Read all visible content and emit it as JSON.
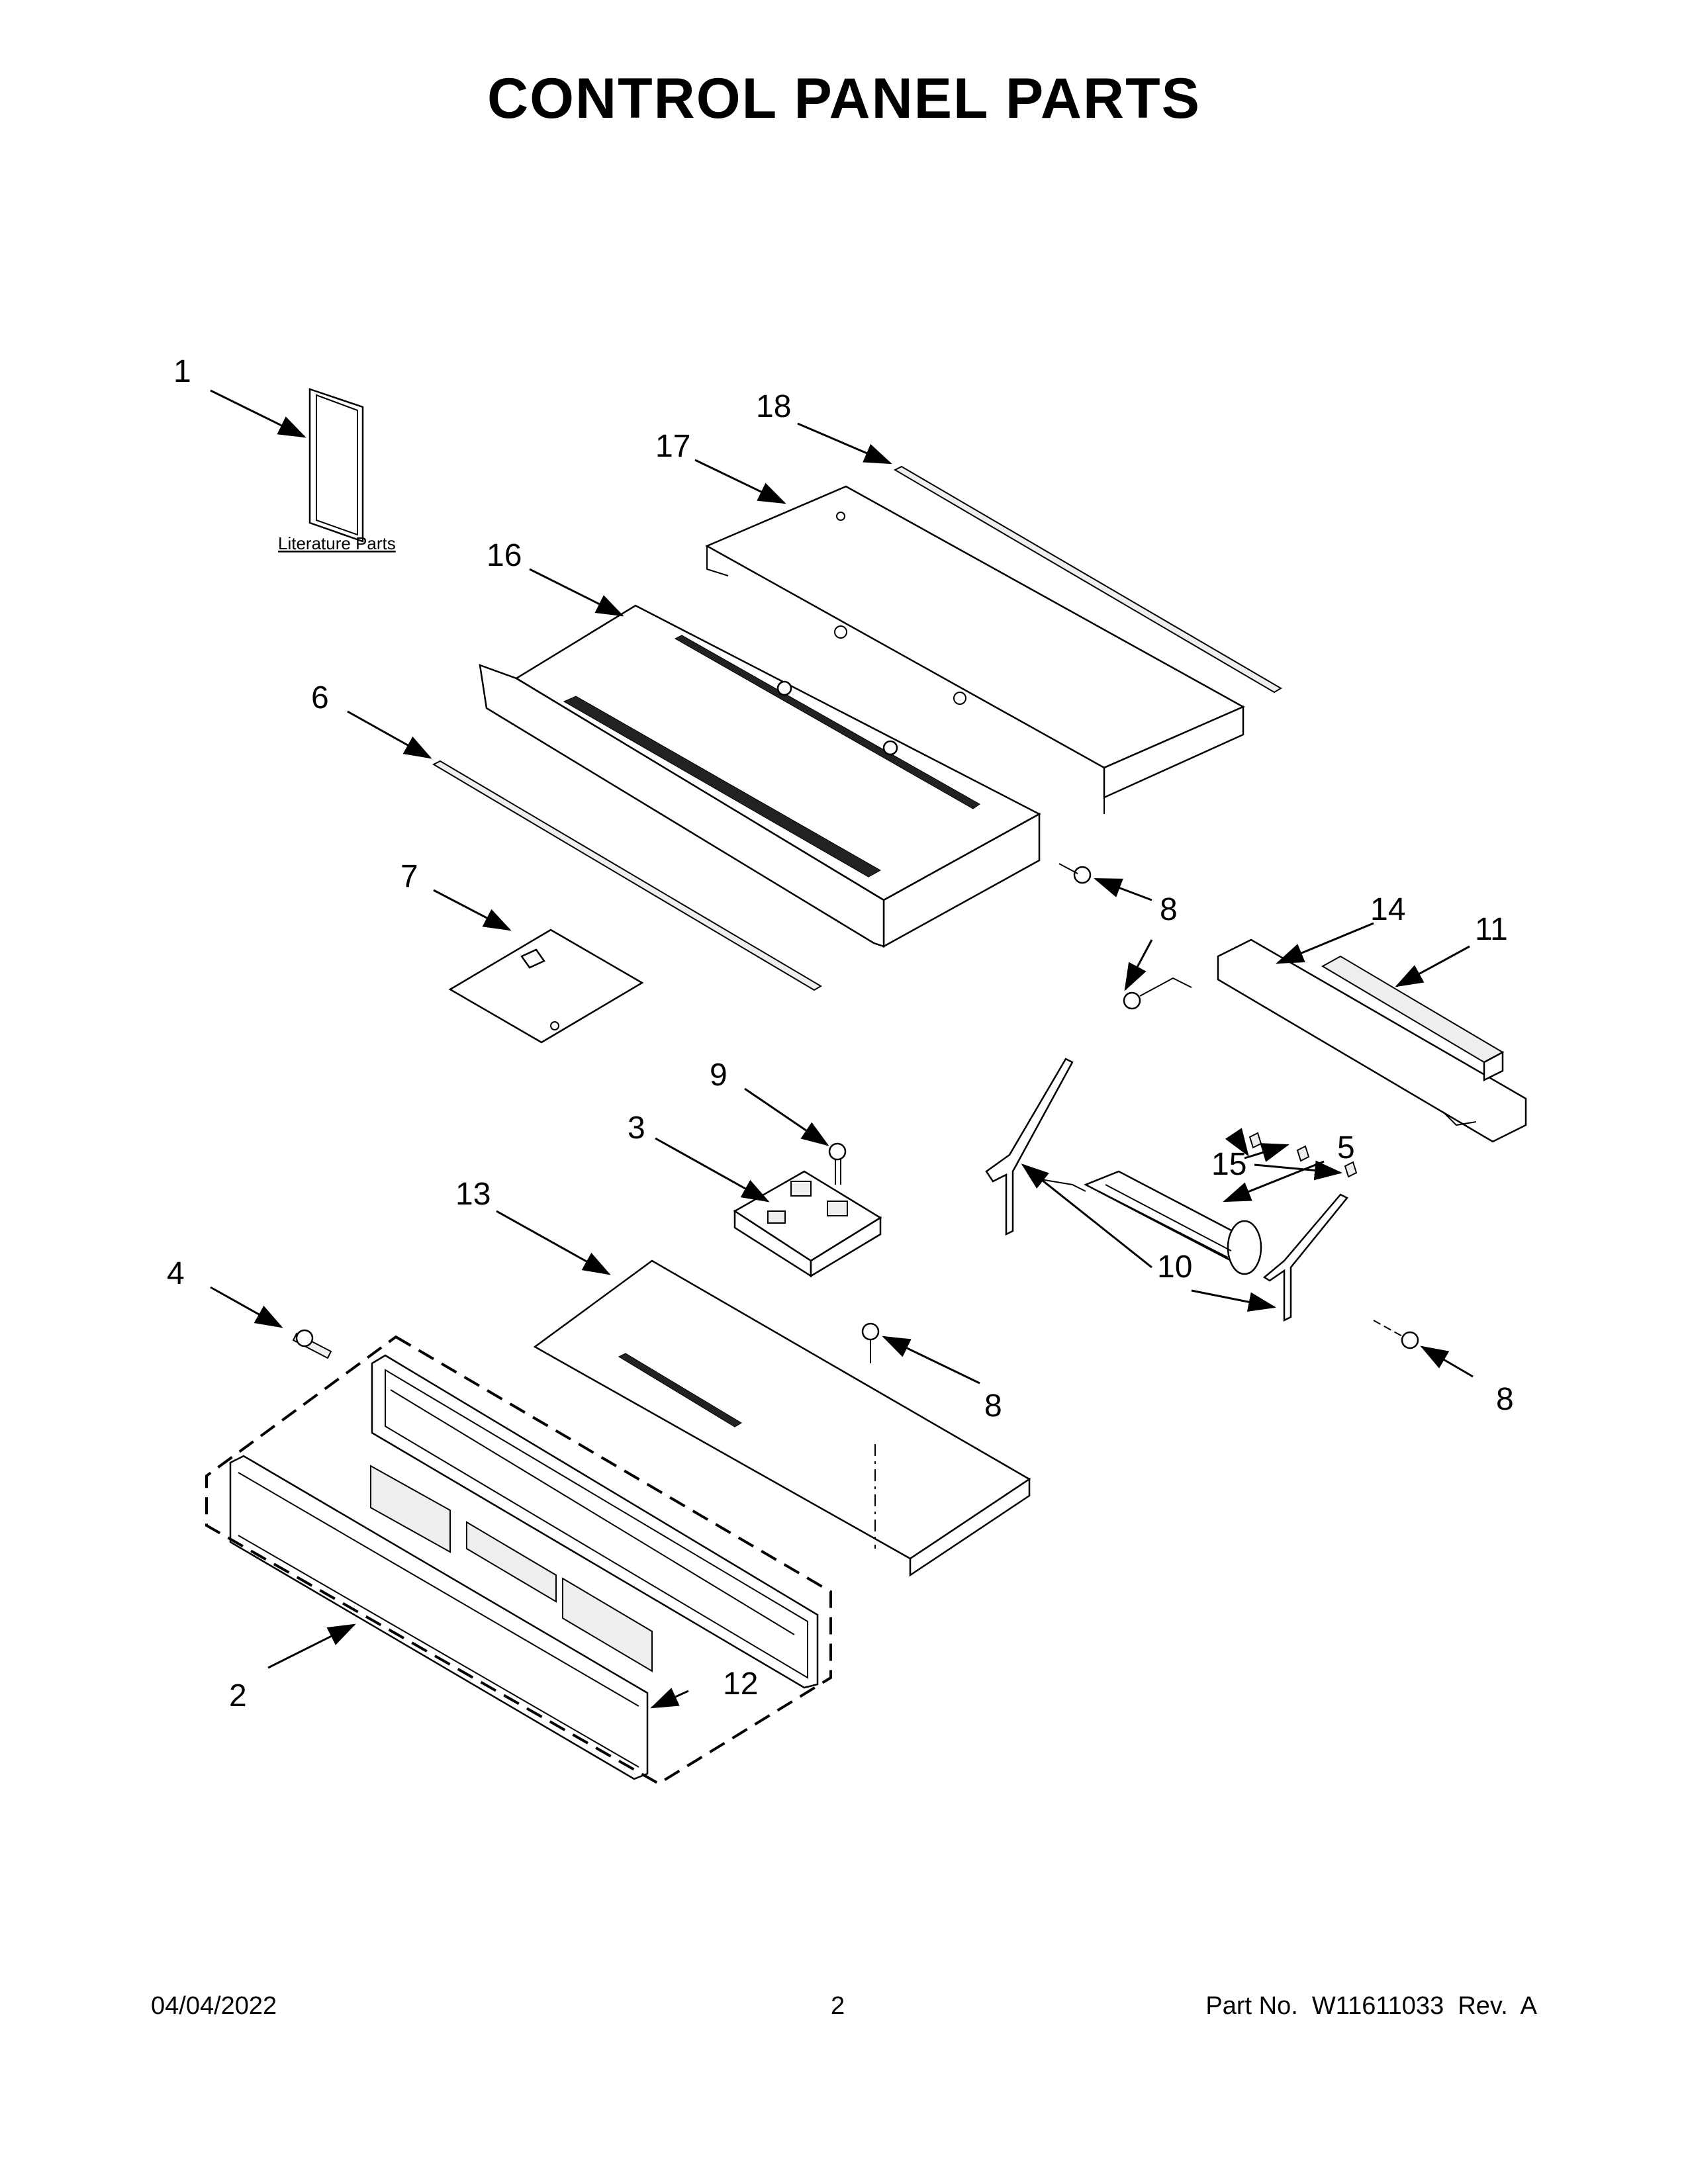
{
  "title": "CONTROL PANEL PARTS",
  "literature_label": "Literature Parts",
  "callouts": {
    "c1": "1",
    "c2": "2",
    "c3": "3",
    "c4": "4",
    "c5": "5",
    "c6": "6",
    "c7": "7",
    "c8a": "8",
    "c8b": "8",
    "c8c": "8",
    "c8d": "8",
    "c9": "9",
    "c10": "10",
    "c11": "11",
    "c12": "12",
    "c13": "13",
    "c14": "14",
    "c15": "15",
    "c16": "16",
    "c17": "17",
    "c18": "18"
  },
  "footer": {
    "date": "04/04/2022",
    "page": "2",
    "part_no": "Part No.  W11611033  Rev.  A"
  }
}
